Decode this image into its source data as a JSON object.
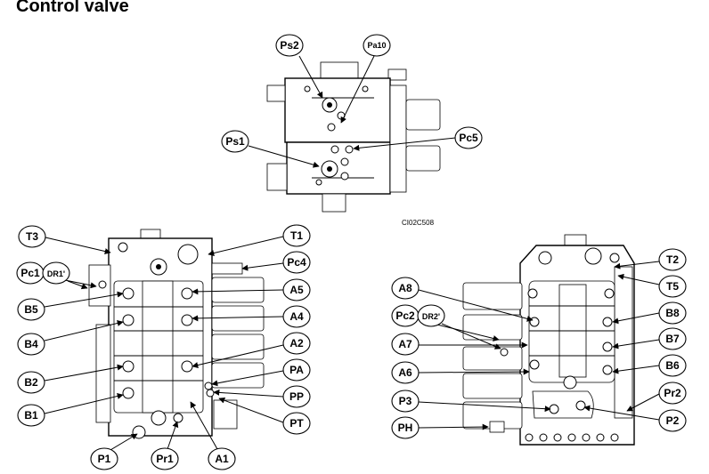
{
  "title": "Control valve",
  "figure_code": "CI02C508",
  "top_view_labels": {
    "ps2": "Ps2",
    "pa10": "Pa10",
    "ps1": "Ps1",
    "pc5": "Pc5"
  },
  "left_view_labels": {
    "t3": "T3",
    "t1": "T1",
    "pc1": "Pc1",
    "dr1": "DR1'",
    "pc4": "Pc4",
    "b5": "B5",
    "a5": "A5",
    "a4": "A4",
    "b4": "B4",
    "a2": "A2",
    "pa": "PA",
    "b2": "B2",
    "pp": "PP",
    "b1": "B1",
    "pt": "PT",
    "p1": "P1",
    "pr1": "Pr1",
    "a1": "A1"
  },
  "right_view_labels": {
    "t2": "T2",
    "t5": "T5",
    "a8": "A8",
    "b8": "B8",
    "pc2": "Pc2",
    "dr2": "DR2'",
    "a7": "A7",
    "b7": "B7",
    "a6": "A6",
    "b6": "B6",
    "p3": "P3",
    "pr2": "Pr2",
    "p2": "P2",
    "ph": "PH"
  }
}
